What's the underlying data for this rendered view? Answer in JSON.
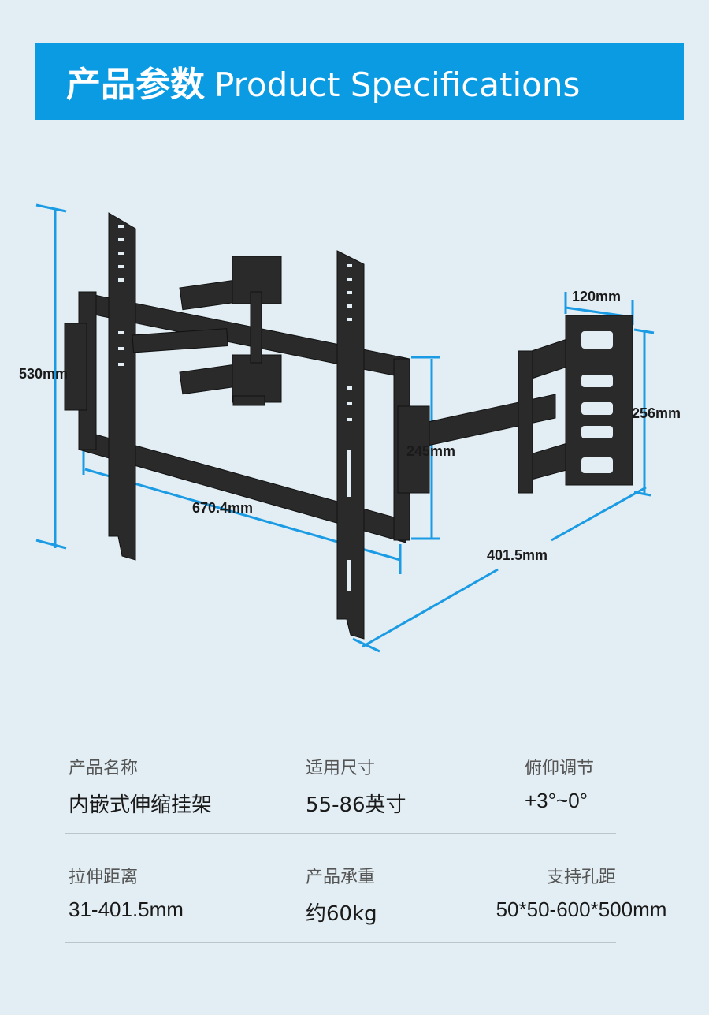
{
  "header": {
    "title_cn": "产品参数",
    "title_en": "Product Specifications"
  },
  "dimensions": {
    "height": "530mm",
    "plate_width": "120mm",
    "plate_height": "256mm",
    "arm_plate": "245mm",
    "width": "670.4mm",
    "extension": "401.5mm"
  },
  "specs": [
    {
      "label": "产品名称",
      "value": "内嵌式伸缩挂架"
    },
    {
      "label": "适用尺寸",
      "value": "55-86英寸"
    },
    {
      "label": "俯仰调节",
      "value": "+3°~0°"
    },
    {
      "label": "拉伸距离",
      "value": "31-401.5mm"
    },
    {
      "label": "产品承重",
      "value": "约60kg"
    },
    {
      "label": "支持孔距",
      "value": "50*50-600*500mm"
    }
  ],
  "colors": {
    "background": "#e3eef4",
    "header": "#0a9be3",
    "dimension_line": "#1a9be3",
    "metal": "#2a2a2a"
  }
}
